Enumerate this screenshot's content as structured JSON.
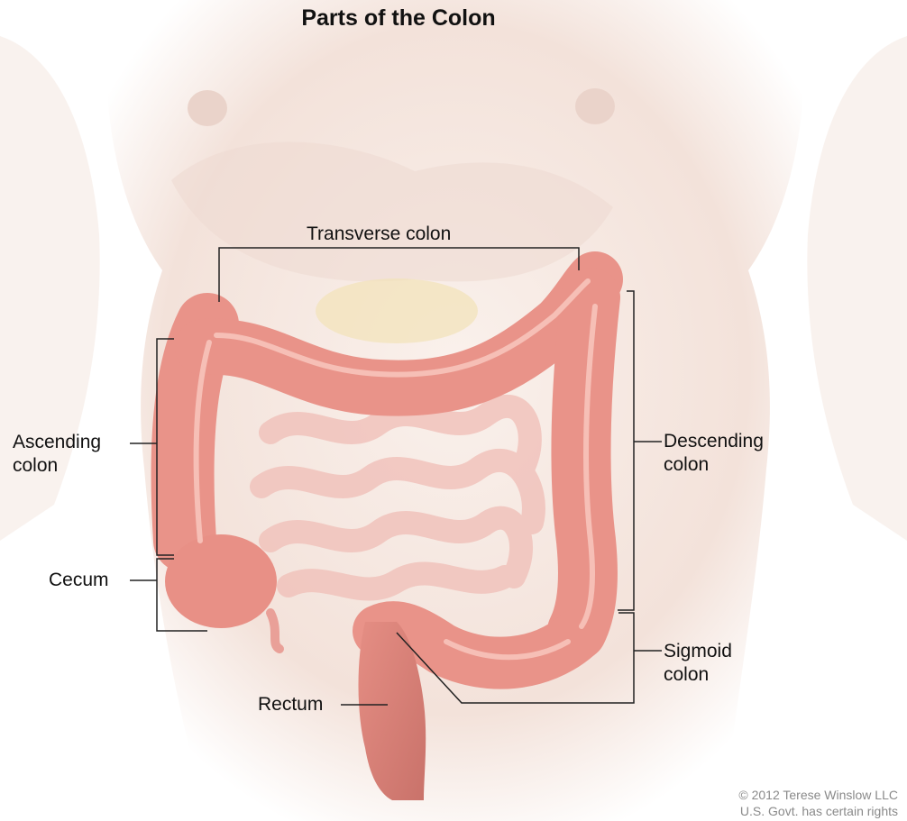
{
  "title": "Parts of the Colon",
  "labels": {
    "transverse": "Transverse colon",
    "ascending_1": "Ascending",
    "ascending_2": "colon",
    "descending_1": "Descending",
    "descending_2": "colon",
    "cecum": "Cecum",
    "sigmoid_1": "Sigmoid",
    "sigmoid_2": "colon",
    "rectum": "Rectum"
  },
  "credit": {
    "line1": "© 2012 Terese Winslow LLC",
    "line2": "U.S. Govt. has certain rights"
  },
  "colors": {
    "skin": "#f6e8e2",
    "skin_shadow": "#ead5cd",
    "colon": "#ec9a90",
    "colon_dark": "#c8695f",
    "colon_light": "#f7c4bb",
    "intestine": "#f3c9c2",
    "leader": "#222222"
  }
}
